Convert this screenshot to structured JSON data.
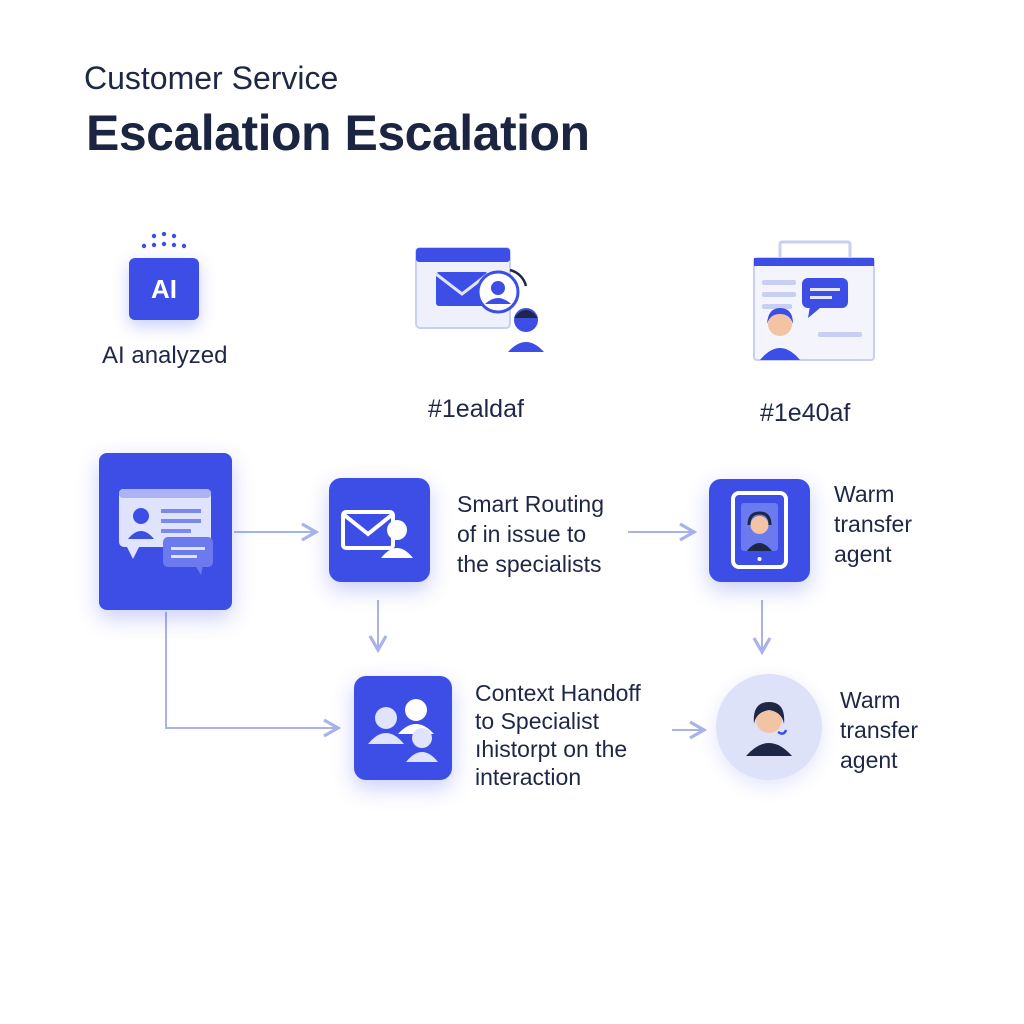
{
  "header": {
    "subtitle": "Customer Service",
    "title": "Escalation Escalation"
  },
  "top_row": {
    "ai_badge": "AI",
    "ai_label": "AI analyzed",
    "tag_1": "#1ealdaf",
    "tag_2": "#1e40af"
  },
  "steps": {
    "smart_routing": [
      "Smart Routing",
      "of in issue to",
      "the specialists"
    ],
    "warm_transfer_1": [
      "Warm",
      "transfer",
      "agent"
    ],
    "context_handoff": [
      "Context Handoff",
      "to Specialist",
      "ıhistorpt on the",
      "interaction"
    ],
    "warm_transfer_2": [
      "Warm",
      "transfer",
      "agent"
    ]
  },
  "colors": {
    "accent": "#3d4ee6",
    "connector": "#a9b3e8",
    "title_text": "#1b2440",
    "circle_bg": "#dde2f8"
  },
  "icons": {
    "chat_tile": "chat-profile-icon",
    "routing_tile": "mail-user-icon",
    "transfer_tile": "tablet-agent-icon",
    "handoff_tile": "people-group-icon",
    "agent_circle": "headset-agent-icon"
  }
}
